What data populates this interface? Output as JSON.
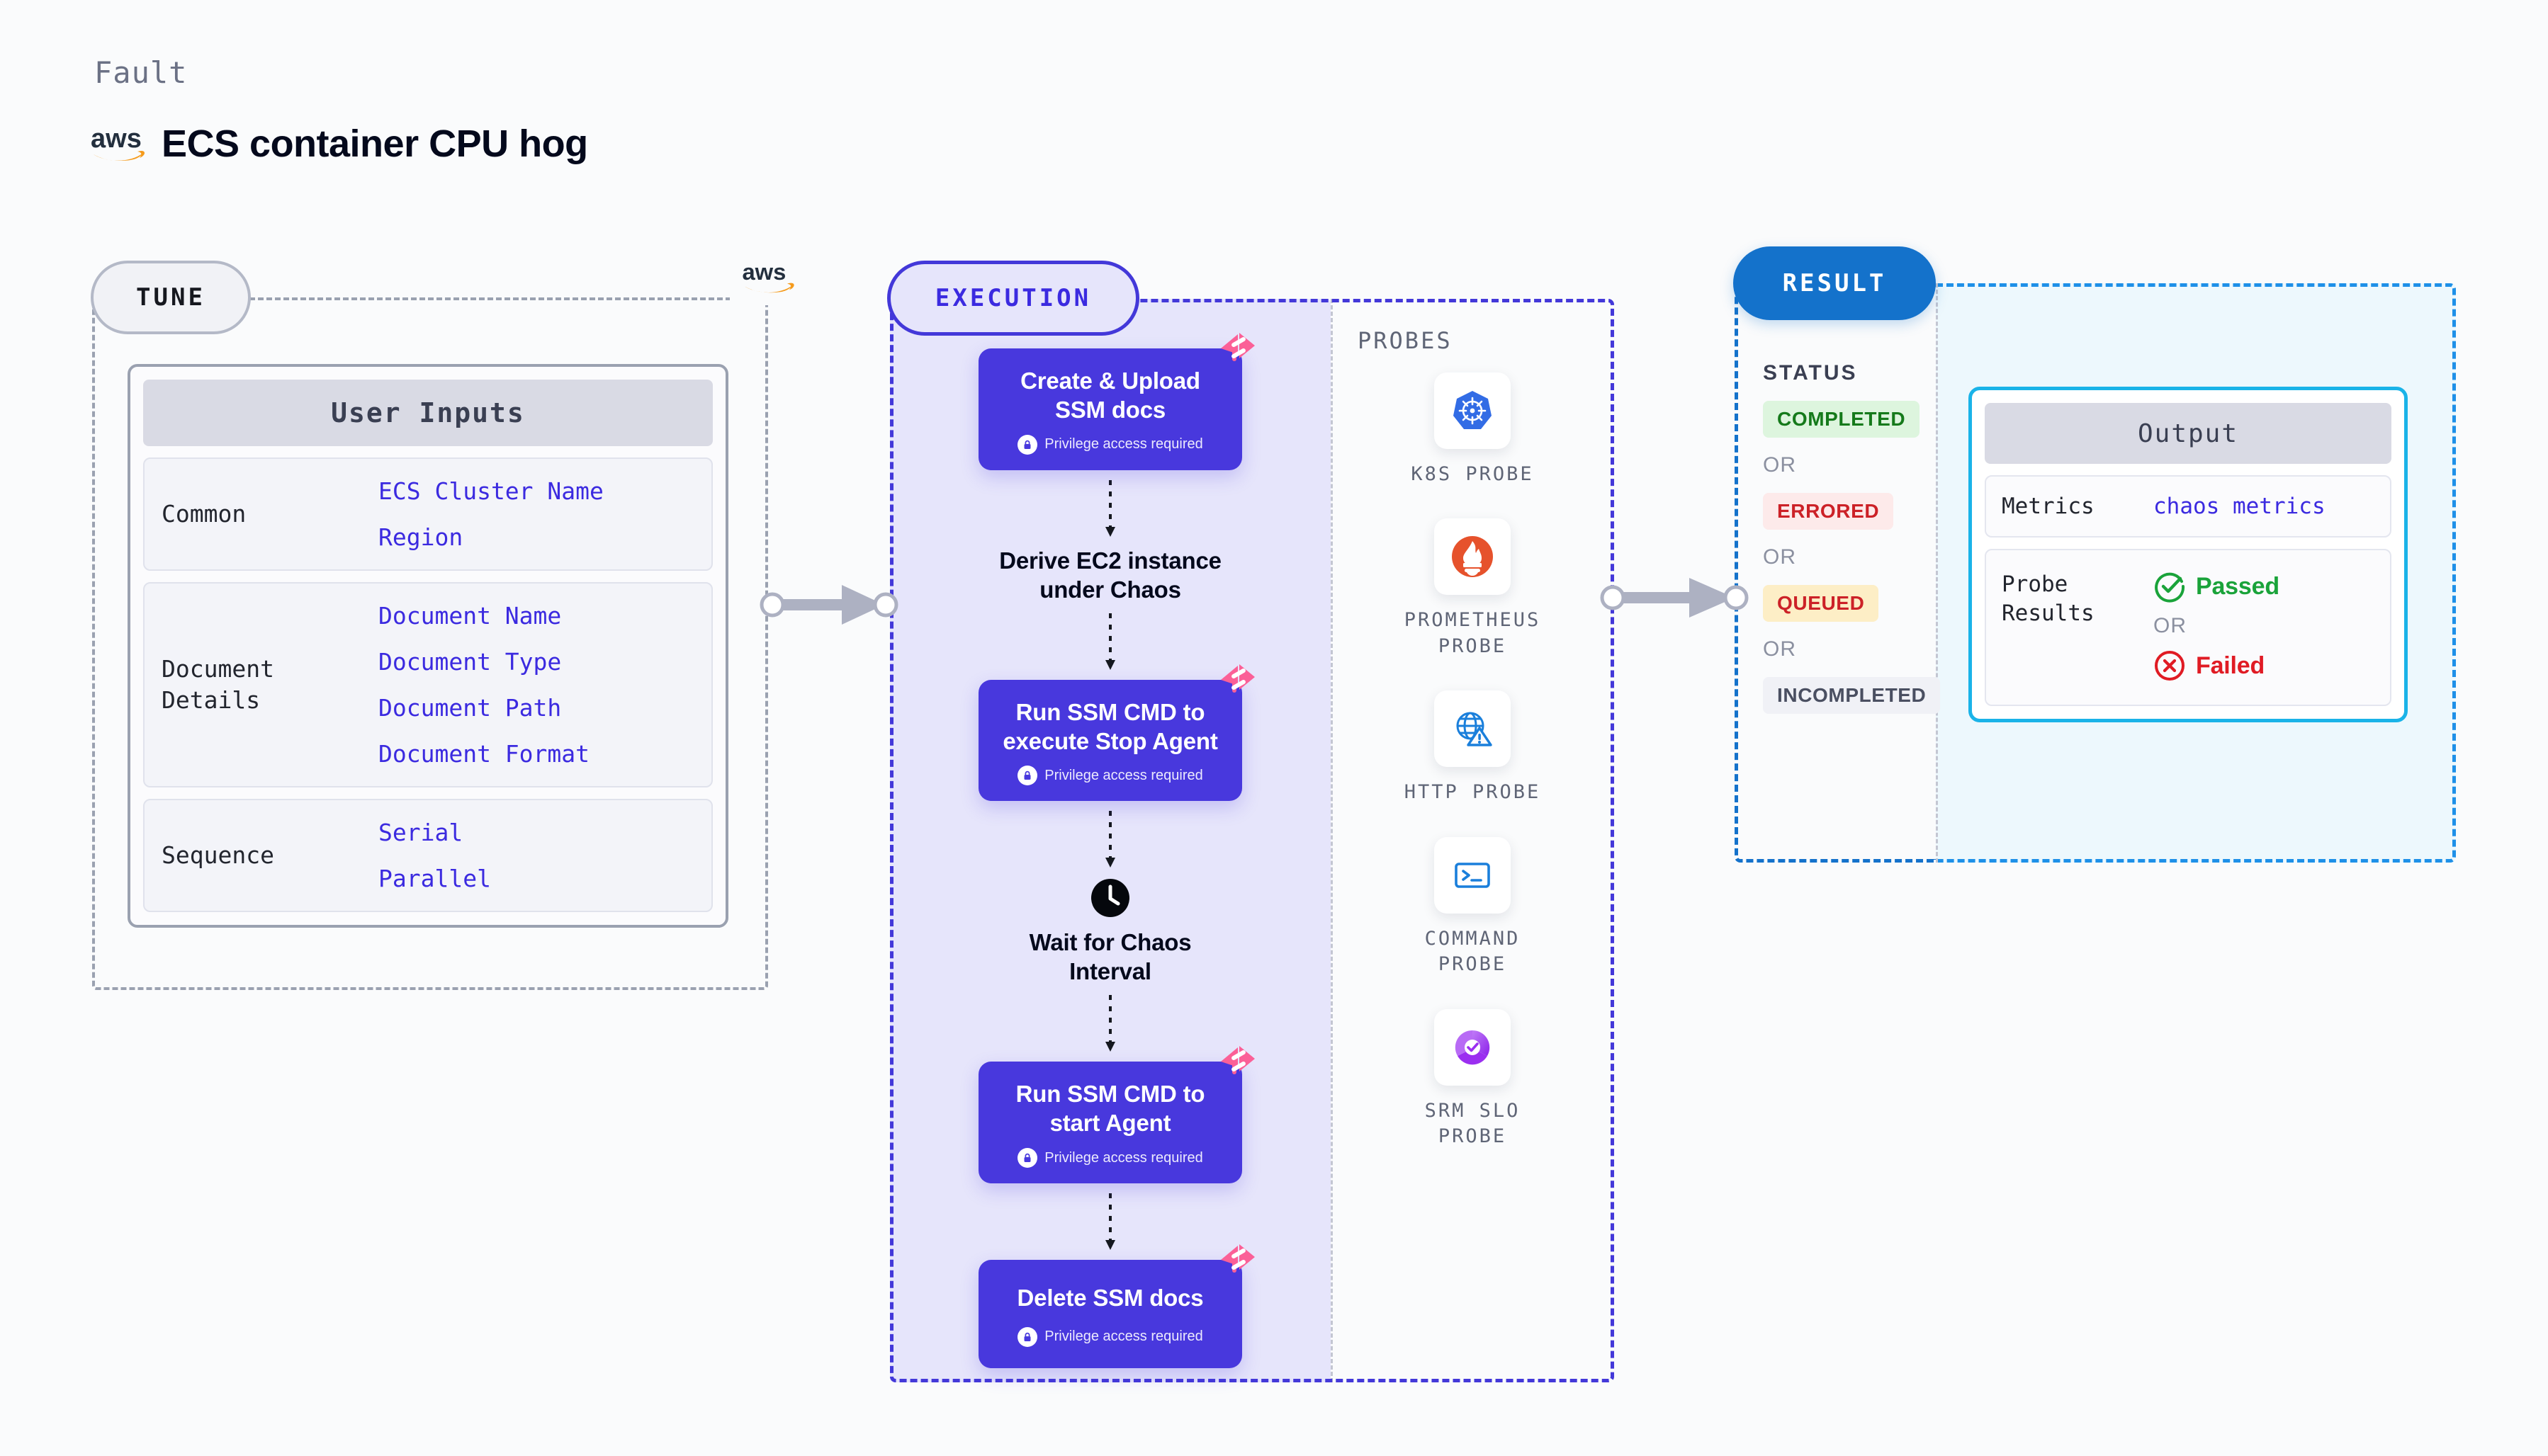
{
  "header": {
    "eyebrow": "Fault",
    "title": "ECS container CPU hog",
    "logo_icon": "aws-logo"
  },
  "tune": {
    "badge": "TUNE",
    "logo_icon": "aws-logo",
    "card_title": "User Inputs",
    "sections": [
      {
        "label": "Common",
        "values": [
          "ECS Cluster Name",
          "Region"
        ]
      },
      {
        "label": "Document\nDetails",
        "values": [
          "Document Name",
          "Document Type",
          "Document Path",
          "Document Format"
        ]
      },
      {
        "label": "Sequence",
        "values": [
          "Serial",
          "Parallel"
        ]
      }
    ]
  },
  "execution": {
    "badge": "EXECUTION",
    "privilege_note": "Privilege access required",
    "steps": [
      {
        "type": "node",
        "title": "Create & Upload\nSSM docs",
        "privileged": true,
        "ribbon_icon": "harness-logo-icon",
        "lock_icon": "lock-icon"
      },
      {
        "type": "plain",
        "title": "Derive EC2 instance\nunder Chaos",
        "icon": ""
      },
      {
        "type": "node",
        "title": "Run SSM CMD to\nexecute Stop Agent",
        "privileged": true,
        "ribbon_icon": "harness-logo-icon",
        "lock_icon": "lock-icon"
      },
      {
        "type": "plain",
        "title": "Wait for Chaos\nInterval",
        "icon": "clock-icon"
      },
      {
        "type": "node",
        "title": "Run SSM CMD to\nstart Agent",
        "privileged": true,
        "ribbon_icon": "harness-logo-icon",
        "lock_icon": "lock-icon"
      },
      {
        "type": "node",
        "title": "Delete SSM docs",
        "privileged": true,
        "ribbon_icon": "harness-logo-icon",
        "lock_icon": "lock-icon"
      }
    ]
  },
  "probes": {
    "label": "PROBES",
    "items": [
      {
        "name": "K8S PROBE",
        "icon": "kubernetes-icon"
      },
      {
        "name": "PROMETHEUS\nPROBE",
        "icon": "prometheus-icon"
      },
      {
        "name": "HTTP PROBE",
        "icon": "http-globe-warning-icon"
      },
      {
        "name": "COMMAND\nPROBE",
        "icon": "terminal-icon"
      },
      {
        "name": "SRM SLO\nPROBE",
        "icon": "srm-slo-icon"
      }
    ]
  },
  "result": {
    "badge": "RESULT",
    "status_caption": "STATUS",
    "or_label": "OR",
    "statuses": [
      {
        "label": "COMPLETED",
        "bg": "#ddf5de",
        "fg": "#157a1b"
      },
      {
        "label": "ERRORED",
        "bg": "#fdeaea",
        "fg": "#cc2127"
      },
      {
        "label": "QUEUED",
        "bg": "#fdeec6",
        "fg": "#cc2127"
      },
      {
        "label": "INCOMPLETED",
        "bg": "#f0f1f6",
        "fg": "#4a4f61"
      }
    ],
    "output": {
      "title": "Output",
      "metrics_label": "Metrics",
      "metrics_value": "chaos metrics",
      "probe_results_label": "Probe\nResults",
      "passed_label": "Passed",
      "failed_label": "Failed",
      "passed_icon": "check-circle-icon",
      "failed_icon": "x-circle-icon",
      "or_label": "OR"
    }
  },
  "connectors": {
    "tune_to_execution_icon": "arrow-right-icon",
    "execution_to_result_icon": "arrow-right-icon"
  },
  "colors": {
    "accent_purple": "#4838dd",
    "accent_blue": "#1472cb",
    "link_blue": "#3b2ae0",
    "ribbon_pink": "#fb6097",
    "success_green": "#1aa33a",
    "error_red": "#e01b24",
    "aws_orange": "#f59b1c"
  }
}
